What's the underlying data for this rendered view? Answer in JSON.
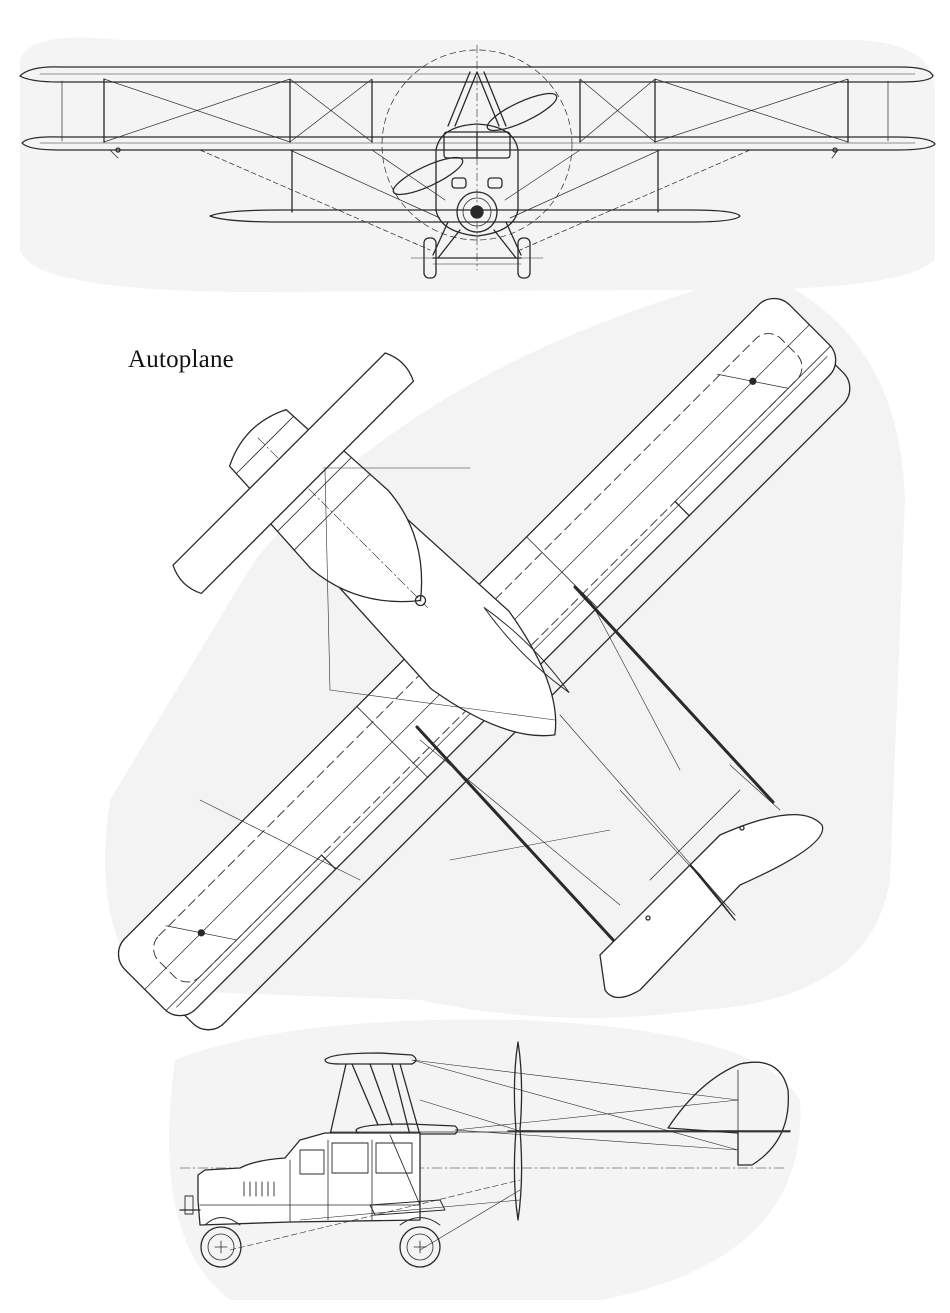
{
  "drawing": {
    "title": "Autoplane",
    "line_color": "#2a2a2a",
    "shade_color": "#f1f1f1",
    "views": [
      {
        "name": "front-view"
      },
      {
        "name": "top-view"
      },
      {
        "name": "side-view"
      }
    ]
  }
}
